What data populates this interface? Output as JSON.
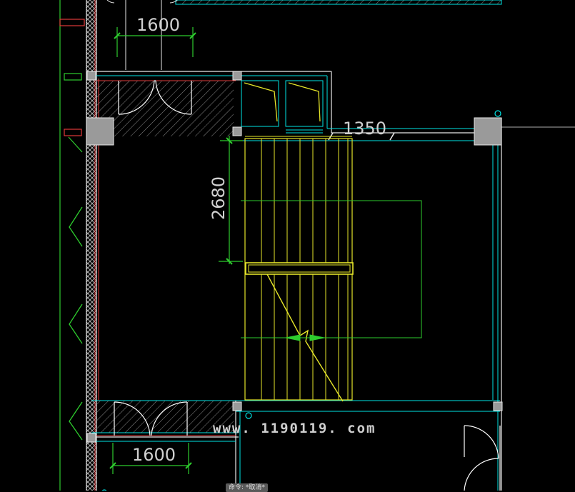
{
  "dimensions": {
    "top_door_width": "1600",
    "landing_offset": "1350",
    "stair_run": "2680",
    "bottom_door_width": "1600"
  },
  "watermark": "www. 1190119. com",
  "command_line": "命令: *取消*",
  "colors": {
    "background": "#000000",
    "wall_white": "#e8e8e8",
    "wall_cyan": "#00e5e5",
    "stair_yellow": "#e6e62a",
    "dimension_green": "#2ecc2e",
    "axis_red": "#e03a3a",
    "hatch_gray": "#8a8a8a",
    "column_gray": "#9a9a9a",
    "door_white": "#ffffff"
  }
}
